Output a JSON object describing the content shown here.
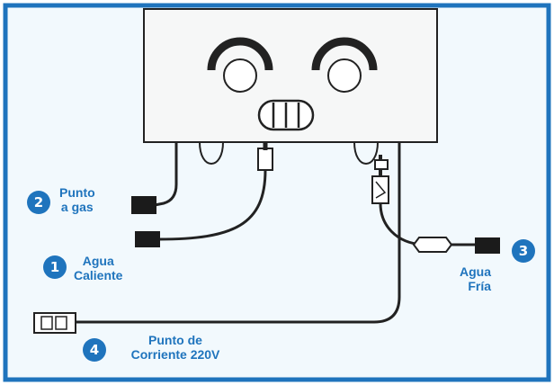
{
  "colors": {
    "frame_border": "#1f74bd",
    "panel_background": "#f2f9fd",
    "heater_body": "#f6f7f7",
    "pipe": "#222222",
    "connector": "#1b1b1b",
    "label_text": "#1f74bd",
    "badge_fill": "#1f74bd",
    "badge_text": "#ffffff"
  },
  "callouts": [
    {
      "id": "agua-caliente",
      "number": "1",
      "lines": [
        "Agua",
        "Caliente"
      ]
    },
    {
      "id": "punto-gas",
      "number": "2",
      "lines": [
        "Punto",
        "a gas"
      ]
    },
    {
      "id": "agua-fria",
      "number": "3",
      "lines": [
        "Agua",
        "Fría"
      ]
    },
    {
      "id": "punto-corriente",
      "number": "4",
      "lines": [
        "Punto de",
        "Corriente 220V"
      ]
    }
  ]
}
